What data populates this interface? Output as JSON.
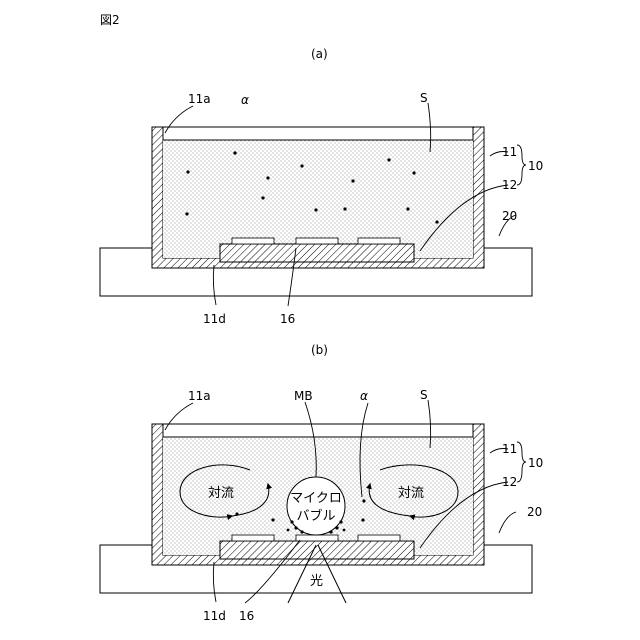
{
  "figure_title": "図2",
  "panels": {
    "a": {
      "label": "(a)",
      "labels": {
        "wall_11a": "11a",
        "particle": "α",
        "sample": "S",
        "frame_11": "11",
        "device_10": "10",
        "chip_12": "12",
        "stage_20": "20",
        "bottom_11d": "11d",
        "electrode_16": "16"
      }
    },
    "b": {
      "label": "(b)",
      "labels": {
        "wall_11a": "11a",
        "microbubble": "MB",
        "particle": "α",
        "sample": "S",
        "frame_11": "11",
        "device_10": "10",
        "chip_12": "12",
        "stage_20": "20",
        "bottom_11d": "11d",
        "electrode_16": "16",
        "convection_left": "対流",
        "convection_right": "対流",
        "bubble_line1": "マイクロ",
        "bubble_line2": "バブル",
        "light": "光"
      }
    }
  },
  "colors": {
    "line": "#000000",
    "hatch": "#000000",
    "dot_fill": "#8a8a8a",
    "background": "#ffffff"
  }
}
